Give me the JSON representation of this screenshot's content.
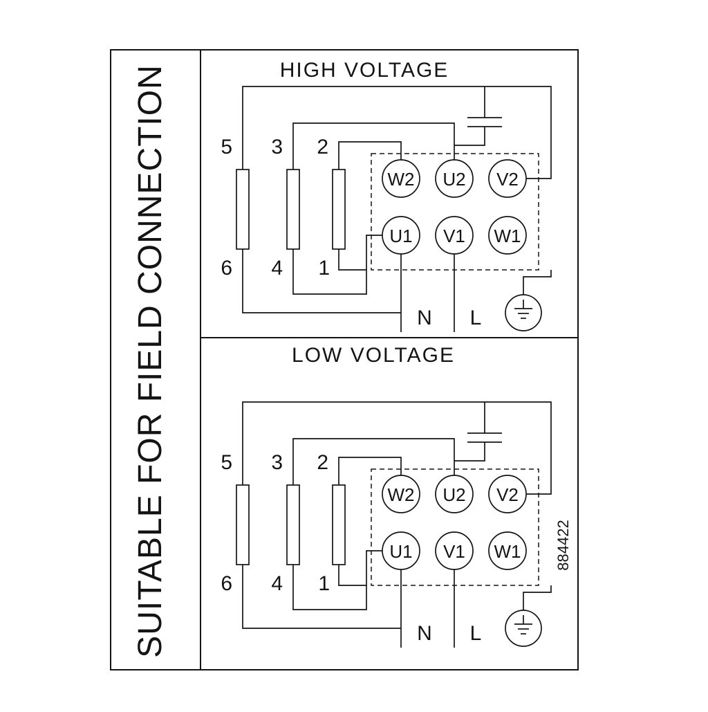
{
  "colors": {
    "background": "#ffffff",
    "line": "#141414"
  },
  "side_panel": {
    "label": "SUITABLE FOR FIELD CONNECTION"
  },
  "part_number": "884422",
  "icons": {
    "capacitor": "capacitor-icon",
    "earth_ground": "earth-ground-icon"
  },
  "sections": [
    {
      "title": "HIGH VOLTAGE",
      "windings": [
        {
          "top_lead": "5",
          "bottom_lead": "6"
        },
        {
          "top_lead": "3",
          "bottom_lead": "4"
        },
        {
          "top_lead": "2",
          "bottom_lead": "1"
        }
      ],
      "terminals": {
        "top_row": [
          "W2",
          "U2",
          "V2"
        ],
        "bottom_row": [
          "U1",
          "V1",
          "W1"
        ]
      },
      "supply": {
        "neutral_label": "N",
        "line_label": "L"
      }
    },
    {
      "title": "LOW VOLTAGE",
      "windings": [
        {
          "top_lead": "5",
          "bottom_lead": "6"
        },
        {
          "top_lead": "3",
          "bottom_lead": "4"
        },
        {
          "top_lead": "2",
          "bottom_lead": "1"
        }
      ],
      "terminals": {
        "top_row": [
          "W2",
          "U2",
          "V2"
        ],
        "bottom_row": [
          "U1",
          "V1",
          "W1"
        ]
      },
      "supply": {
        "neutral_label": "N",
        "line_label": "L"
      }
    }
  ]
}
